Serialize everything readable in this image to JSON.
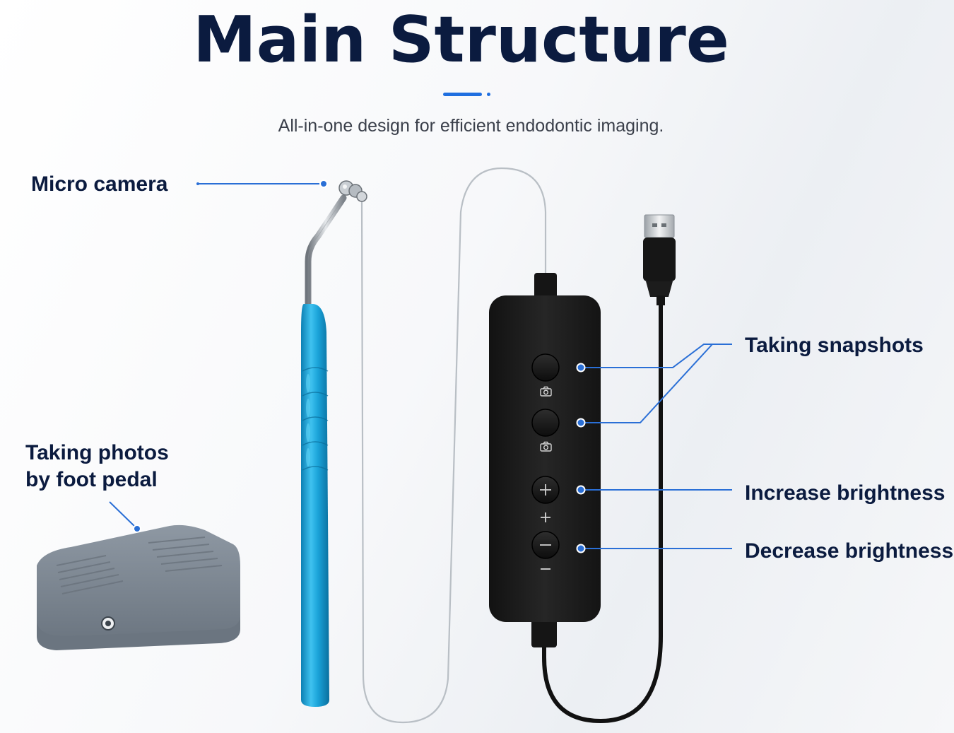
{
  "header": {
    "title": "Main Structure",
    "subtitle": "All-in-one design for efficient endodontic imaging."
  },
  "labels": {
    "micro_camera": "Micro camera",
    "foot_pedal_line1": "Taking photos",
    "foot_pedal_line2": "by foot pedal",
    "taking_snapshots": "Taking snapshots",
    "increase_brightness": "Increase brightness",
    "decrease_brightness": "Decrease brightness"
  },
  "control_box": {
    "buttons": [
      {
        "name": "snapshot-button-1",
        "icon": "camera-icon"
      },
      {
        "name": "snapshot-button-2",
        "icon": "camera-icon"
      },
      {
        "name": "brightness-up-button",
        "icon": "plus-icon",
        "caption": "+"
      },
      {
        "name": "brightness-down-button",
        "icon": "minus-icon",
        "caption": "−"
      }
    ]
  },
  "colors": {
    "title": "#0b1b3f",
    "accent": "#1f6fe0",
    "handle": "#1a9fd6",
    "control_box": "#1a1a1a",
    "pedal": "#7a8591"
  }
}
